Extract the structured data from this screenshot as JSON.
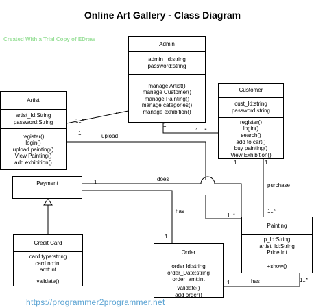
{
  "title": "Online Art Gallery - Class Diagram",
  "watermark": "Created With a Trial Copy of EDraw",
  "footer": "https://programmer2programmer.net",
  "classes": {
    "admin": {
      "name": "Admin",
      "attributes": [
        "admin_Id:string",
        "password:string"
      ],
      "operations": [
        "manage Artist()",
        "manage Customer()",
        "manage Painting()",
        "manage categories()",
        "manage exhibition()"
      ]
    },
    "artist": {
      "name": "Artist",
      "attributes": [
        "artist_Id:String",
        "password:String"
      ],
      "operations": [
        "register()",
        "login()",
        "upload painting()",
        "View Painting()",
        "add exhibition()"
      ]
    },
    "customer": {
      "name": "Customer",
      "attributes": [
        "cust_Id:string",
        "password:string"
      ],
      "operations": [
        "register()",
        "login()",
        "search()",
        "add to cart()",
        "buy painting()",
        "View Exhibition()"
      ]
    },
    "payment": {
      "name": "Payment"
    },
    "credit_card": {
      "name": "Credit Card",
      "attributes": [
        "card type:string",
        "card no:int",
        "amt:int"
      ],
      "operations": [
        "validate()"
      ]
    },
    "order": {
      "name": "Order",
      "attributes": [
        "order Id:string",
        "order_Date:string",
        "order_amt:int"
      ],
      "operations": [
        "validate()",
        "add order()"
      ]
    },
    "painting": {
      "name": "Painting",
      "attributes": [
        "p_Id:String",
        "artist_Id:String",
        "Price:Int"
      ],
      "operations": [
        "+show()"
      ]
    }
  },
  "associations": {
    "upload": "upload",
    "does": "does",
    "purchase": "purchase",
    "has_order": "has",
    "has_painting": "has"
  },
  "multiplicities": {
    "artist_admin_artist": "1..*",
    "artist_admin_admin": "1",
    "artist_upload": "1",
    "admin_customer_admin": "1",
    "admin_customer_customer": "1... *",
    "customer_bottom_left": "1",
    "customer_bottom_right": "1",
    "painting_top": "1..*",
    "payment_does": "1",
    "does_target": "1..*",
    "payment_order": "1",
    "order_has": "1",
    "painting_has": "1..*"
  }
}
